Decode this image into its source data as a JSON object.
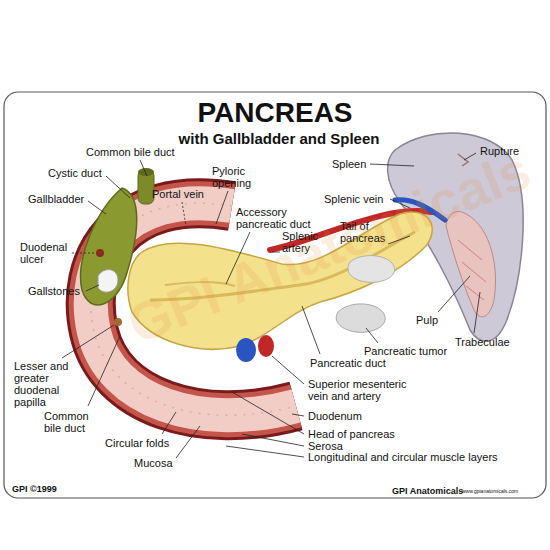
{
  "diagram": {
    "title": "PANCREAS",
    "labels": [
      "with Gallbladder and Spleen",
      "Common bile duct",
      "Cystic duct",
      "Gallbladder",
      "Duodenal ulcer",
      "Gallstones",
      "Lesser and greater duodenal papilla",
      "Common bile duct",
      "Circular folds",
      "Mucosa",
      "Portal vein",
      "Pyloric opening",
      "Accessory pancreatic duct",
      "Splenic artery",
      "Spleen",
      "Rupture",
      "Splenic vein",
      "Tail of pancreas",
      "Pulp",
      "Trabeculae",
      "Pancreatic tumor",
      "Pancreatic duct",
      "Superior mesenteric vein and artery",
      "Duodenum",
      "Head of pancreas",
      "Serosa",
      "Longitudinal and circular muscle layers",
      "GPI ©1999",
      "GPI Anatomicals",
      "www.gpianatomicals.com",
      "GPI Anatomicals"
    ]
  }
}
